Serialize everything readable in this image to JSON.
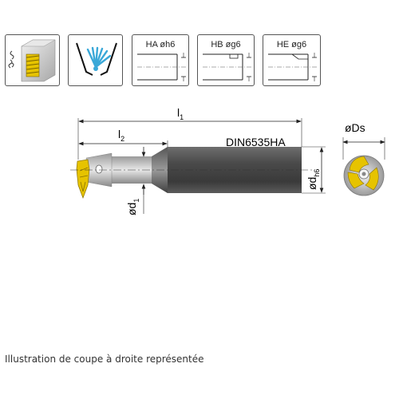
{
  "icons": {
    "material": "thread-in-block-icon",
    "coolant": "internal-coolant-icon"
  },
  "shanks": [
    {
      "label": "HA øh6"
    },
    {
      "label": "HB øg6"
    },
    {
      "label": "HE øg6"
    }
  ],
  "drawing": {
    "dim_l1": "l",
    "dim_l1_sub": "1",
    "dim_l2": "l",
    "dim_l2_sub": "2",
    "standard": "DIN6535HA",
    "dim_d": "ød",
    "dim_d_sub": "h6",
    "dim_d1": "ød",
    "dim_d1_sub": "1",
    "dim_ds": "øDs"
  },
  "colors": {
    "steel_dark": "#5a5a5a",
    "steel_light": "#d9d9d9",
    "insert_gold": "#e6c300",
    "coolant_blue": "#3aa8d8"
  },
  "caption": "Illustration de coupe à droite représentée"
}
